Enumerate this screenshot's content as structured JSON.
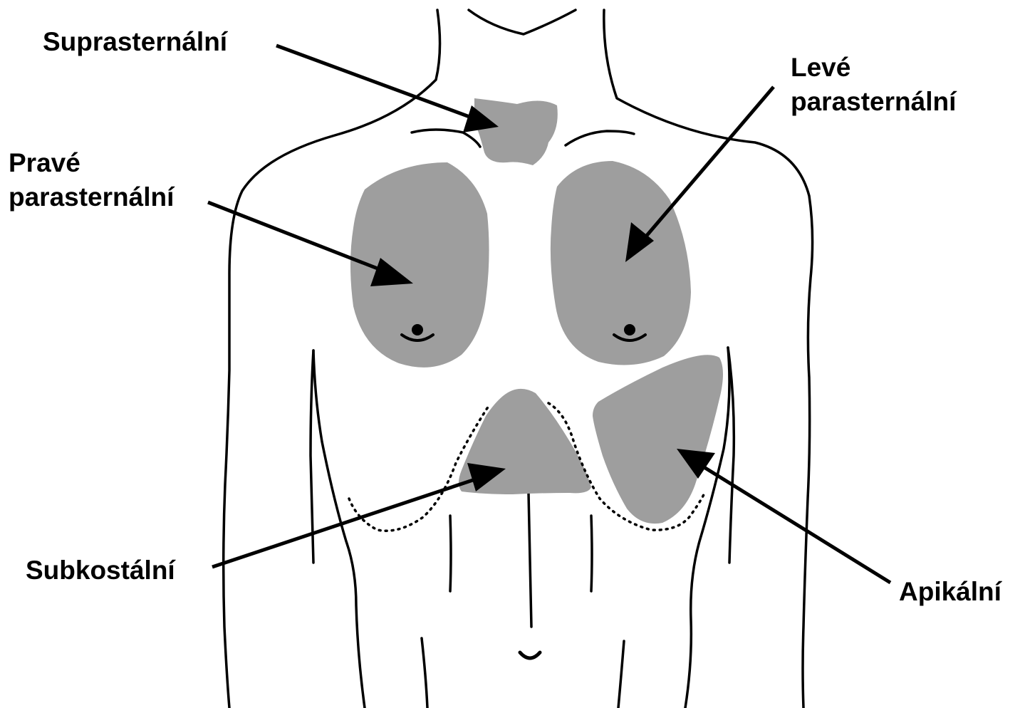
{
  "labels": {
    "suprasternal": "Suprasternální",
    "left_parasternal_line1": "Levé",
    "left_parasternal_line2": "parasternální",
    "right_parasternal_line1": "Pravé",
    "right_parasternal_line2": "parasternální",
    "subcostal": "Subkostální",
    "apical": "Apikální"
  },
  "colors": {
    "region_fill": "#9e9e9e",
    "outline": "#000000",
    "background": "#ffffff"
  }
}
